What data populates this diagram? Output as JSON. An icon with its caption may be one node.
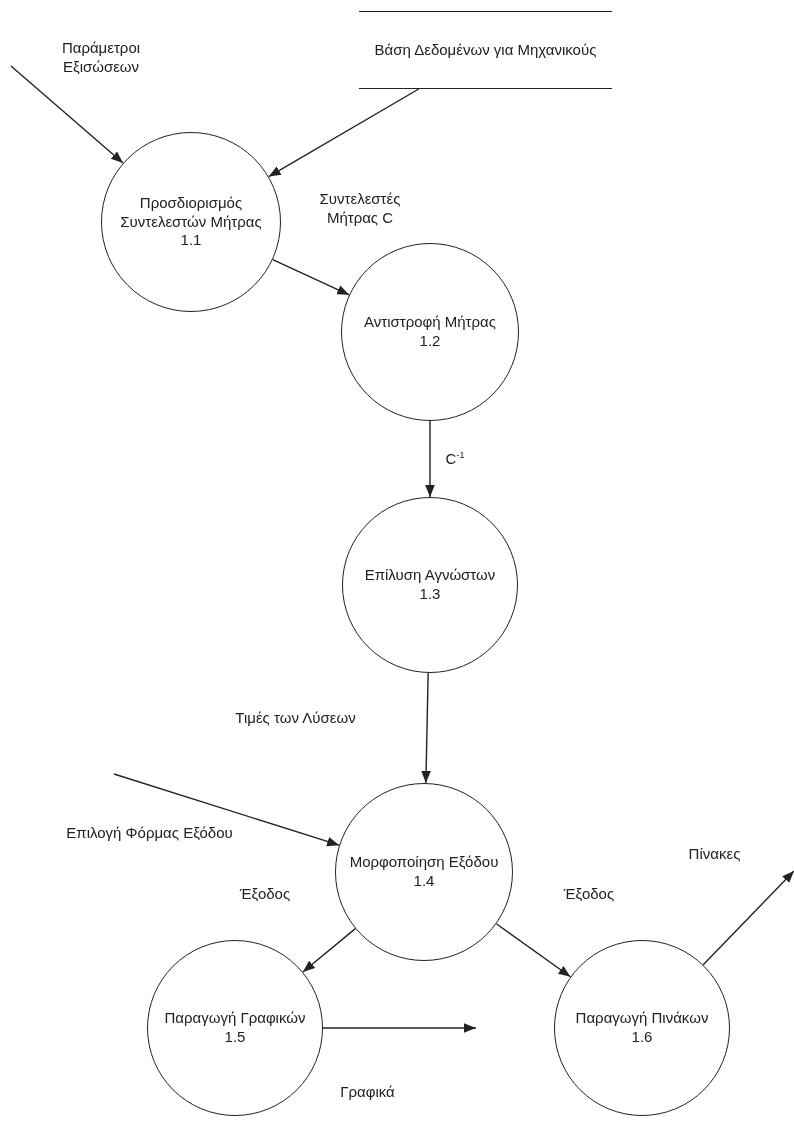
{
  "diagram": {
    "nodes": [
      {
        "text": [
          "Βάση Δεδομένων για Μηχανικούς"
        ]
      },
      {
        "text": [
          "Προσδιορισμός Συντελεστών Μήτρας",
          "1.1"
        ]
      },
      {
        "text": [
          "Αντιστροφή Μήτρας",
          "1.2"
        ]
      },
      {
        "text": [
          "Επίλυση Αγνώστων",
          "1.3"
        ]
      },
      {
        "text": [
          "Μορφοποίηση Εξόδου",
          "1.4"
        ]
      },
      {
        "text": [
          "Παραγωγή Γραφικών",
          "1.5"
        ]
      },
      {
        "text": [
          "Παραγωγή Πινάκων",
          "1.6"
        ]
      }
    ],
    "edges": [
      {
        "from": null,
        "to": 1,
        "arrow": "to",
        "label": "Παράμετροι Εξισώσεων"
      },
      {
        "from": 0,
        "to": 1,
        "arrow": "to"
      },
      {
        "from": 1,
        "to": 2,
        "arrow": "to",
        "label": "Συντελεστές Μήτρας C"
      },
      {
        "from": 2,
        "to": 3,
        "arrow": "to",
        "label": "C$^{-1}$"
      },
      {
        "from": 3,
        "to": 4,
        "arrow": "to",
        "label": "Τιμές των Λύσεων"
      },
      {
        "from": null,
        "to": 4,
        "arrow": "to",
        "label": "Επιλογή Φόρμας Εξόδου"
      },
      {
        "from": 4,
        "to": 5,
        "arrow": "to",
        "label": "Έξοδος"
      },
      {
        "from": 4,
        "to": 6,
        "arrow": "to",
        "label": "Έξοδος"
      },
      {
        "from": 5,
        "to": null,
        "arrow": "to",
        "label": "Γραφικά"
      },
      {
        "from": 6,
        "to": null,
        "arrow": "to",
        "label": "Πίνακες"
      }
    ]
  }
}
